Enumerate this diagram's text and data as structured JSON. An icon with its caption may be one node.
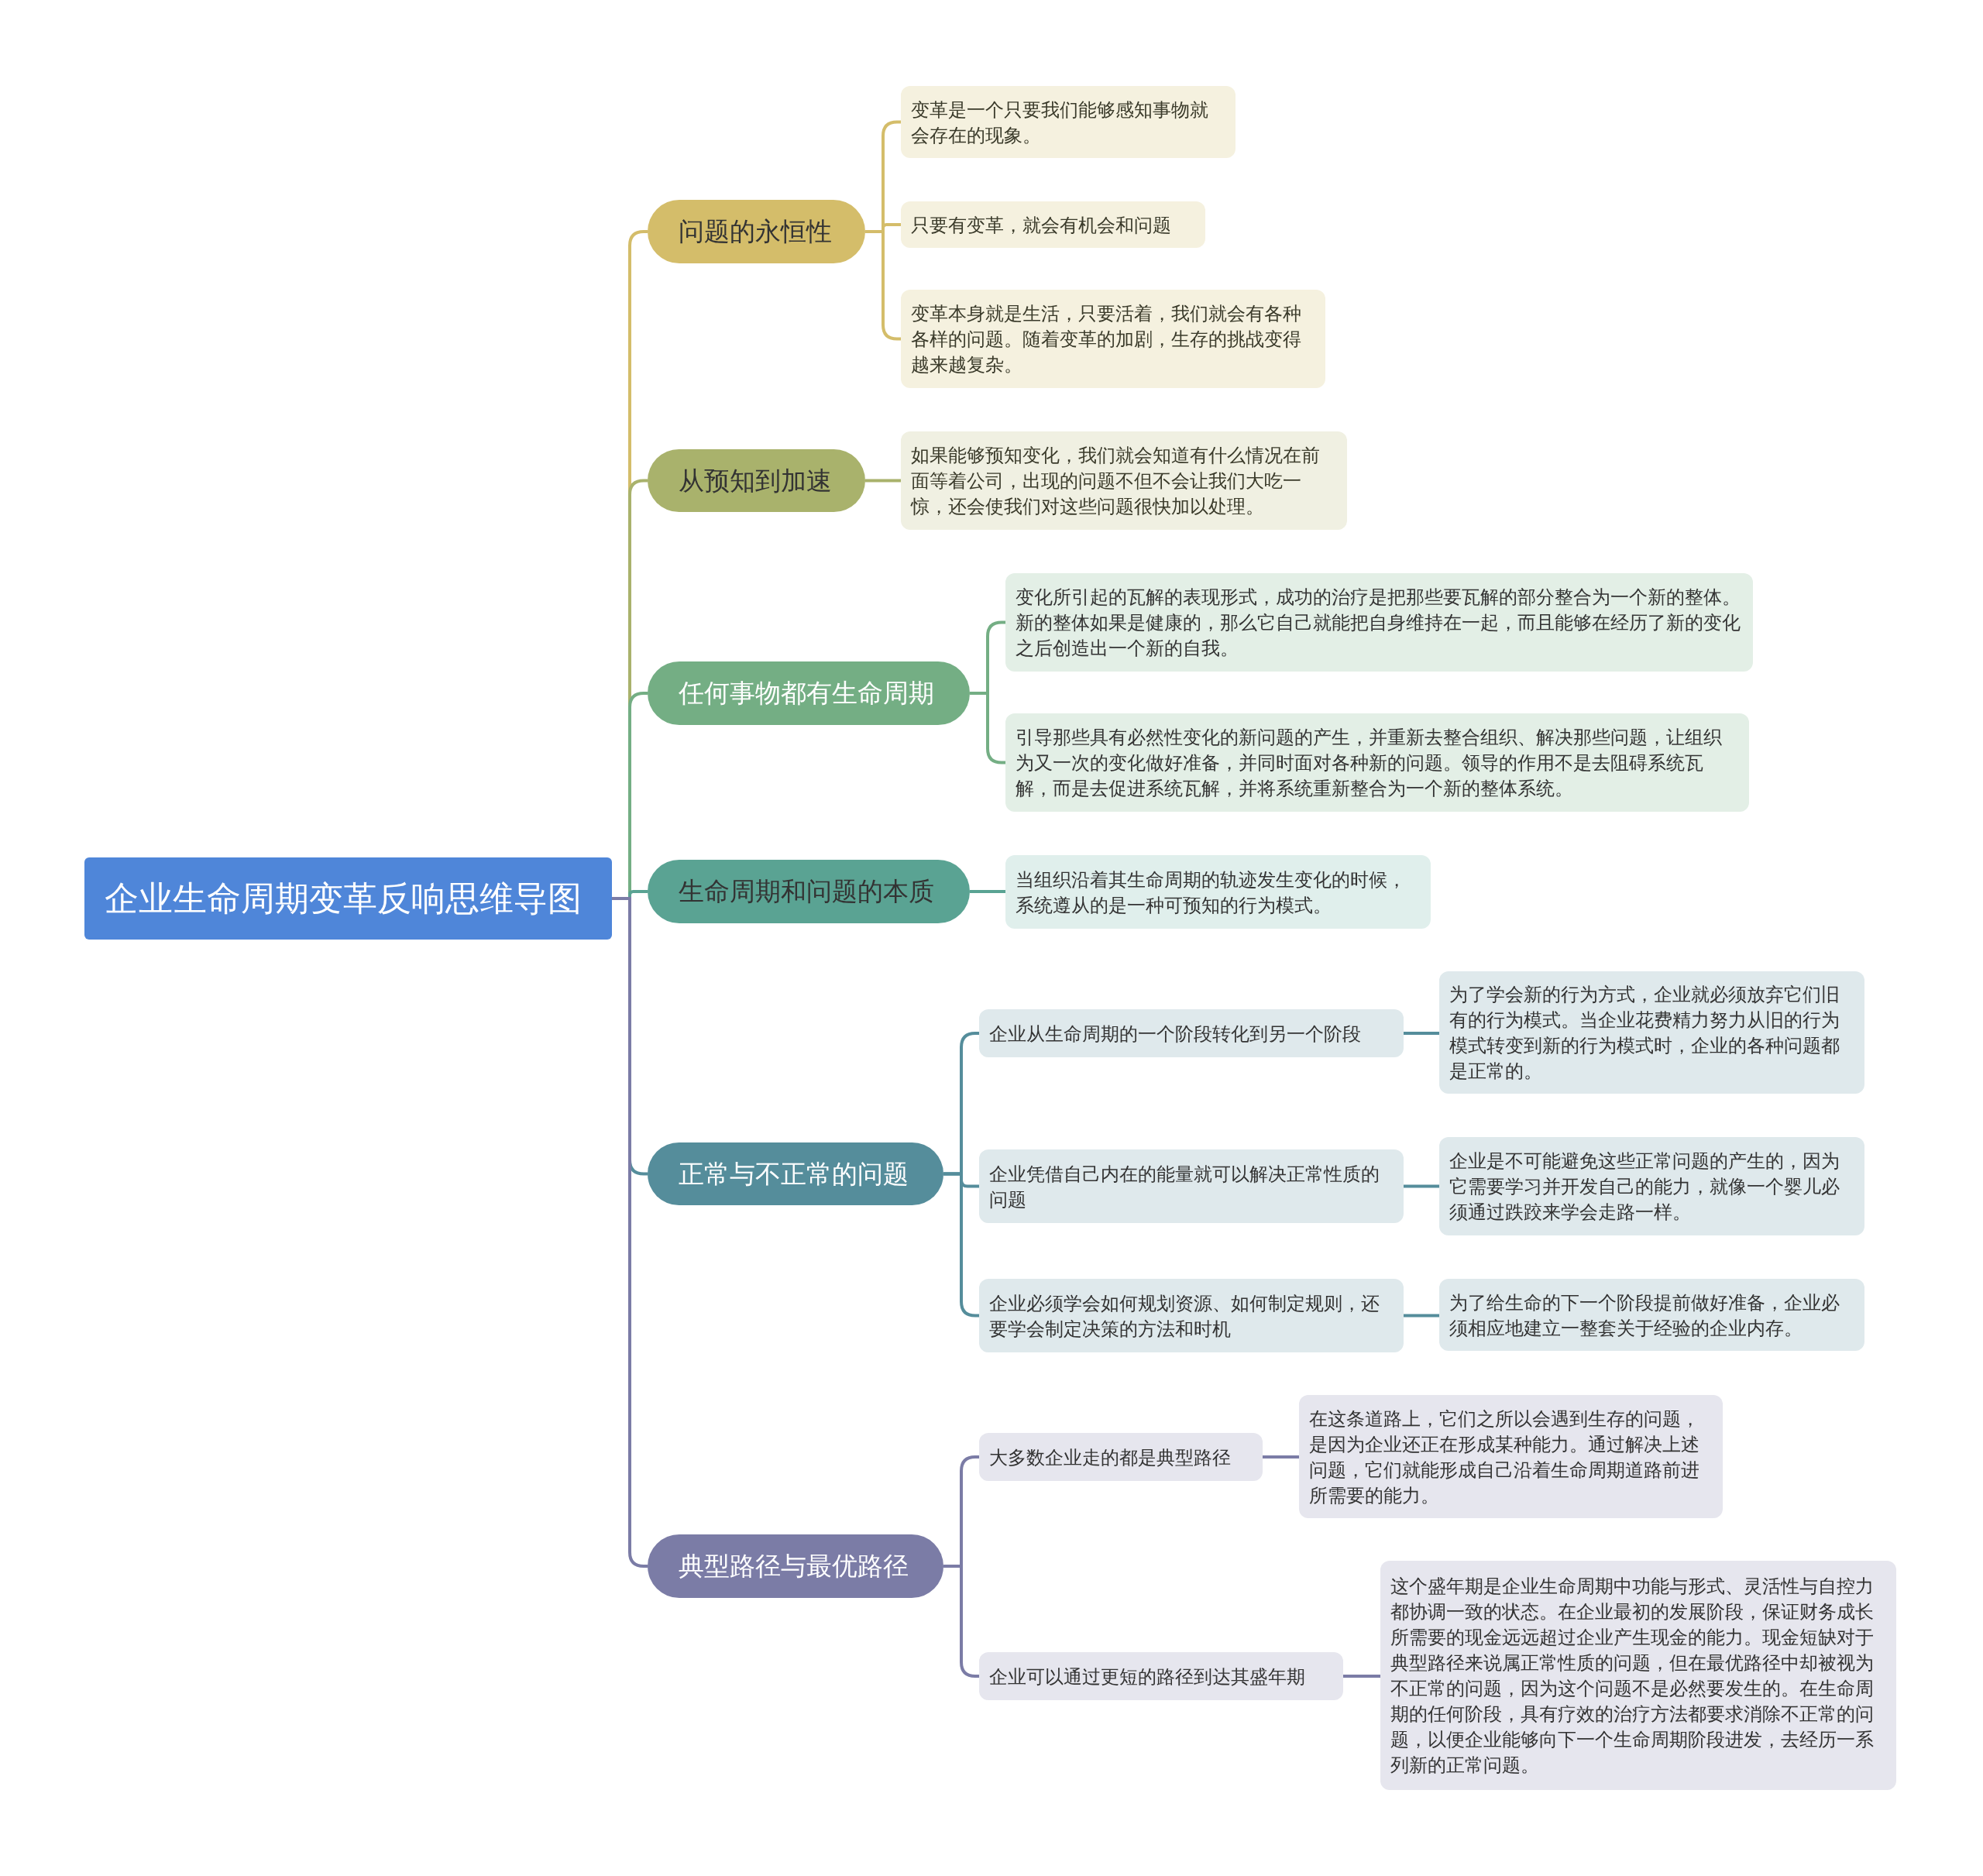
{
  "diagram": {
    "nodes": [
      {
        "text": [
          "企业生命周期变革反响思维导图"
        ]
      },
      {
        "text": [
          "问题的永恒性"
        ]
      },
      {
        "text": [
          "变革是一个只要我们能够感知事物就会存在的现象。"
        ]
      },
      {
        "text": [
          "只要有变革，就会有机会和问题"
        ]
      },
      {
        "text": [
          "变革本身就是生活，只要活着，我们就会有各种各样的问题。随着变革的加剧，生存的挑战变得越来越复杂。"
        ]
      },
      {
        "text": [
          "从预知到加速"
        ]
      },
      {
        "text": [
          "如果能够预知变化，我们就会知道有什么情况在前面等着公司，出现的问题不但不会让我们大吃一惊，还会使我们对这些问题很快加以处理。"
        ]
      },
      {
        "text": [
          "任何事物都有生命周期"
        ]
      },
      {
        "text": [
          "变化所引起的瓦解的表现形式，成功的治疗是把那些要瓦解的部分整合为一个新的整体。新的整体如果是健康的，那么它自己就能把自身维持在一起，而且能够在经历了新的变化之后创造出一个新的自我。"
        ]
      },
      {
        "text": [
          "引导那些具有必然性变化的新问题的产生，并重新去整合组织、解决那些问题，让组织为又一次的变化做好准备，并同时面对各种新的问题。领导的作用不是去阻碍系统瓦解，而是去促进系统瓦解，并将系统重新整合为一个新的整体系统。"
        ]
      },
      {
        "text": [
          "生命周期和问题的本质"
        ]
      },
      {
        "text": [
          "当组织沿着其生命周期的轨迹发生变化的时候，系统遵从的是一种可预知的行为模式。"
        ]
      },
      {
        "text": [
          "正常与不正常的问题"
        ]
      },
      {
        "text": [
          "企业从生命周期的一个阶段转化到另一个阶段"
        ]
      },
      {
        "text": [
          "为了学会新的行为方式，企业就必须放弃它们旧有的行为模式。当企业花费精力努力从旧的行为模式转变到新的行为模式时，企业的各种问题都是正常的。"
        ]
      },
      {
        "text": [
          "企业凭借自己内在的能量就可以解决正常性质的问题"
        ]
      },
      {
        "text": [
          "企业是不可能避免这些正常问题的产生的，因为它需要学习并开发自己的能力，就像一个婴儿必须通过跌跤来学会走路一样。"
        ]
      },
      {
        "text": [
          "企业必须学会如何规划资源、如何制定规则，还要学会制定决策的方法和时机"
        ]
      },
      {
        "text": [
          "为了给生命的下一个阶段提前做好准备，企业必须相应地建立一整套关于经验的企业内存。"
        ]
      },
      {
        "text": [
          "典型路径与最优路径"
        ]
      },
      {
        "text": [
          "大多数企业走的都是典型路径"
        ]
      },
      {
        "text": [
          "在这条道路上，它们之所以会遇到生存的问题，是因为企业还正在形成某种能力。通过解决上述问题，它们就能形成自己沿着生命周期道路前进所需要的能力。"
        ]
      },
      {
        "text": [
          "企业可以通过更短的路径到达其盛年期"
        ]
      },
      {
        "text": [
          "这个盛年期是企业生命周期中功能与形式、灵活性与自控力都协调一致的状态。在企业最初的发展阶段，保证财务成长所需要的现金远远超过企业产生现金的能力。现金短缺对于典型路径来说属正常性质的问题，但在最优路径中却被视为不正常的问题，因为这个问题不是必然要发生的。在生命周期的任何阶段，具有疗效的治疗方法都要求消除不正常的问题，以便企业能够向下一个生命周期阶段进发，去经历一系列新的正常问题。"
        ]
      }
    ],
    "edges": [
      {
        "from": 0,
        "to": 1,
        "arrow": "none",
        "color": "#d4bd6a"
      },
      {
        "from": 0,
        "to": 5,
        "arrow": "none",
        "color": "#a9b26c"
      },
      {
        "from": 0,
        "to": 7,
        "arrow": "none",
        "color": "#74ae84"
      },
      {
        "from": 0,
        "to": 10,
        "arrow": "none",
        "color": "#5aa393"
      },
      {
        "from": 0,
        "to": 12,
        "arrow": "none",
        "color": "#558d9b"
      },
      {
        "from": 0,
        "to": 19,
        "arrow": "none",
        "color": "#7b7ca6"
      },
      {
        "from": 1,
        "to": 2,
        "arrow": "none",
        "color": "#d4bd6a"
      },
      {
        "from": 1,
        "to": 3,
        "arrow": "none",
        "color": "#d4bd6a"
      },
      {
        "from": 1,
        "to": 4,
        "arrow": "none",
        "color": "#d4bd6a"
      },
      {
        "from": 5,
        "to": 6,
        "arrow": "none",
        "color": "#a9b26c"
      },
      {
        "from": 7,
        "to": 8,
        "arrow": "none",
        "color": "#74ae84"
      },
      {
        "from": 7,
        "to": 9,
        "arrow": "none",
        "color": "#74ae84"
      },
      {
        "from": 10,
        "to": 11,
        "arrow": "none",
        "color": "#5aa393"
      },
      {
        "from": 12,
        "to": 13,
        "arrow": "none",
        "color": "#558d9b"
      },
      {
        "from": 12,
        "to": 15,
        "arrow": "none",
        "color": "#558d9b"
      },
      {
        "from": 12,
        "to": 17,
        "arrow": "none",
        "color": "#558d9b"
      },
      {
        "from": 13,
        "to": 14,
        "arrow": "none",
        "color": "#558d9b"
      },
      {
        "from": 15,
        "to": 16,
        "arrow": "none",
        "color": "#558d9b"
      },
      {
        "from": 17,
        "to": 18,
        "arrow": "none",
        "color": "#558d9b"
      },
      {
        "from": 19,
        "to": 20,
        "arrow": "none",
        "color": "#7b7ca6"
      },
      {
        "from": 19,
        "to": 22,
        "arrow": "none",
        "color": "#7b7ca6"
      },
      {
        "from": 20,
        "to": 21,
        "arrow": "none",
        "color": "#7b7ca6"
      },
      {
        "from": 22,
        "to": 23,
        "arrow": "none",
        "color": "#7b7ca6"
      }
    ]
  }
}
